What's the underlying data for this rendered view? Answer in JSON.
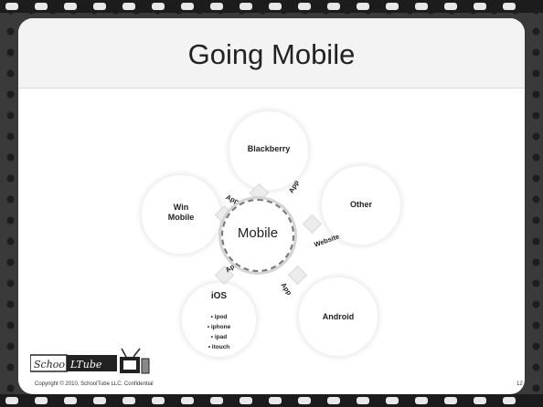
{
  "slide": {
    "title": "Going Mobile",
    "footer": "Copyright © 2010, SchoolTube LLC. Confidential",
    "page_number": "12",
    "logo_text": "SchoolTube"
  },
  "diagram": {
    "center": "Mobile",
    "nodes": {
      "blackberry": "Blackberry",
      "other": "Other",
      "win_mobile": "Win\nMobile",
      "ios": "iOS",
      "android": "Android"
    },
    "ios_items": [
      "• ipod",
      "• iphone",
      "• ipad",
      "• itouch"
    ],
    "connectors": {
      "blackberry": "App",
      "other": "Website",
      "win_mobile": "App",
      "ios": "App",
      "android": "App"
    }
  }
}
